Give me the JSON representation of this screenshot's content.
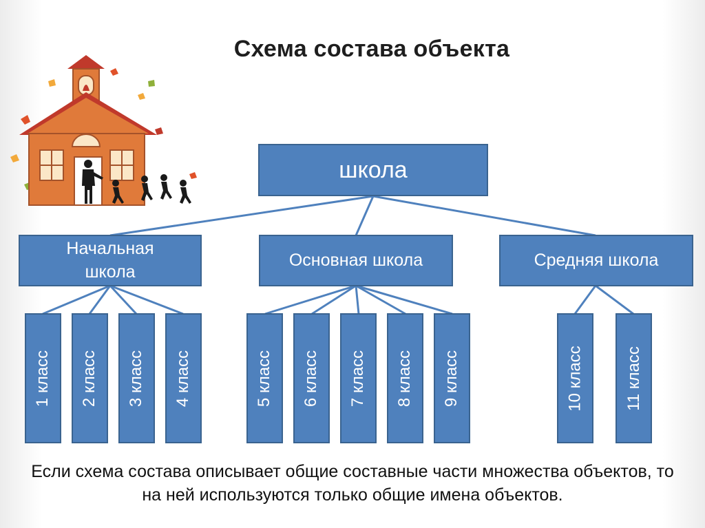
{
  "title": "Схема состава объекта",
  "root": {
    "label": "школа"
  },
  "branches": [
    {
      "label": "Начальная школа",
      "leaves": [
        "1 класс",
        "2 класс",
        "3 класс",
        "4 класс"
      ]
    },
    {
      "label": "Основная школа",
      "leaves": [
        "5 класс",
        "6 класс",
        "7 класс",
        "8 класс",
        "9 класс"
      ]
    },
    {
      "label": "Средняя школа",
      "leaves": [
        "10 класс",
        "11 класс"
      ]
    }
  ],
  "footer": "Если схема состава описывает общие составные части множества объектов, то на ней используются только общие имена объектов.",
  "colors": {
    "box_fill": "#4f81bd",
    "box_border": "#3a638f",
    "connector": "#4f81bd",
    "house_wall": "#e07a3a",
    "house_roof": "#c0392b"
  },
  "icons": [
    "school-house-illustration"
  ]
}
